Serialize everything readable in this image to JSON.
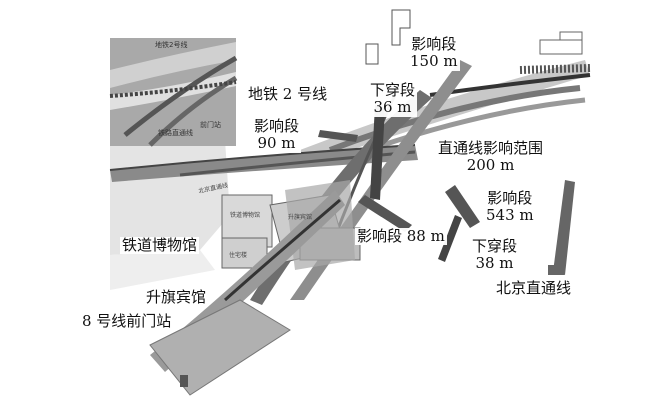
{
  "colors": {
    "background": "#ffffff",
    "tunnel_dark": "#444444",
    "tunnel_mid": "#7a7a7a",
    "tunnel_light": "#b5b5b5",
    "building": "#d6d6d6",
    "inset_bg": "#a9a9a9"
  },
  "labels": {
    "line2": "地铁 2 号线",
    "zone_90": "影响段\n90 m",
    "zone_150": "影响段\n150 m",
    "under_36": "下穿段\n36 m",
    "direct_range": "直通线影响范围\n200 m",
    "zone_543": "影响段\n543 m",
    "zone_88": "影响段 88 m",
    "under_38": "下穿段\n38 m",
    "beijing_direct": "北京直通线",
    "museum": "铁道博物馆",
    "hotel": "升旗宾馆",
    "station": "8 号线前门站"
  },
  "map_text": {
    "inset_top": "地铁2号线",
    "inset_bottom_left": "铁路直通线",
    "inset_bottom_right": "前门站",
    "rail_label": "北京直通线",
    "building_a": "铁道博物馆",
    "building_b": "升旗宾馆",
    "building_c": "住宅楼"
  }
}
